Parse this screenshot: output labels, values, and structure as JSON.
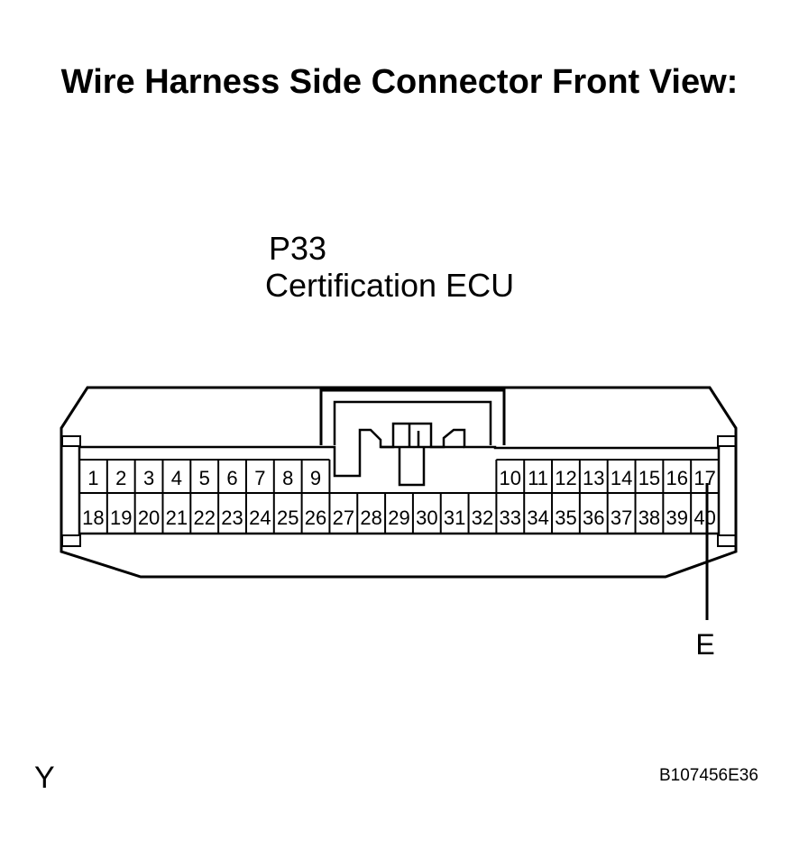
{
  "title": "Wire Harness Side Connector Front View:",
  "connector": {
    "code": "P33",
    "name": "Certification ECU"
  },
  "pins": {
    "top_row_left": [
      "1",
      "2",
      "3",
      "4",
      "5",
      "6",
      "7",
      "8",
      "9"
    ],
    "top_row_right": [
      "10",
      "11",
      "12",
      "13",
      "14",
      "15",
      "16",
      "17"
    ],
    "bottom_row": [
      "18",
      "19",
      "20",
      "21",
      "22",
      "23",
      "24",
      "25",
      "26",
      "27",
      "28",
      "29",
      "30",
      "31",
      "32",
      "33",
      "34",
      "35",
      "36",
      "37",
      "38",
      "39",
      "40"
    ]
  },
  "callout": {
    "label": "E"
  },
  "footer": {
    "left_mark": "Y",
    "figure_code": "B107456E36"
  }
}
